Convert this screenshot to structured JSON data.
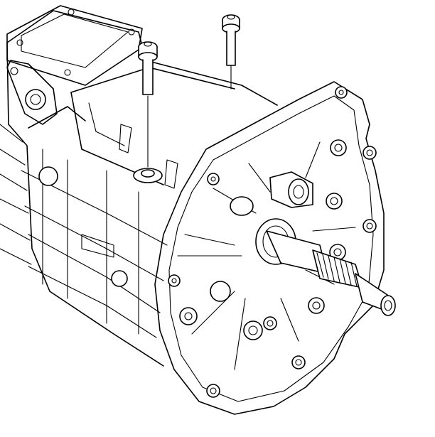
{
  "figure": {
    "background": "#ffffff",
    "line_color": "#000000",
    "components": [
      {
        "name": "transmission-case"
      },
      {
        "name": "top-cover"
      },
      {
        "name": "bellhousing-flange"
      },
      {
        "name": "input-shaft"
      },
      {
        "name": "bolt",
        "count": 2
      }
    ]
  }
}
